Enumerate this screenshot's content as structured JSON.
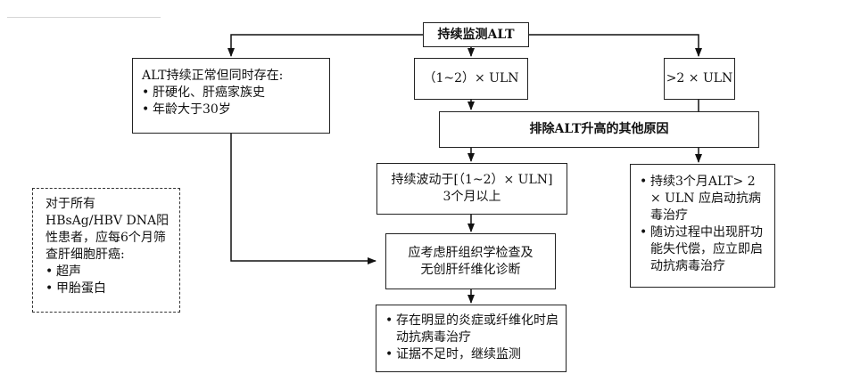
{
  "diagram": {
    "nodes": {
      "monitor_alt": {
        "text": "持续监测ALT"
      },
      "alt_normal": {
        "heading": "ALT持续正常但同时存在:",
        "items": [
          "肝硬化、肝癌家族史",
          "年龄大于30岁"
        ]
      },
      "uln_1_2": {
        "text": "（1~2）× ULN"
      },
      "uln_gt2": {
        "text": ">2 × ULN"
      },
      "exclude_causes": {
        "text": "排除ALT升高的其他原因"
      },
      "fluctuate": {
        "line1": "持续波动于[（1~2）× ULN]",
        "line2": "3个月以上"
      },
      "gt2_actions": {
        "items": [
          "持续3个月ALT> 2 × ULN 应启动抗病毒治疗",
          "随访过程中出现肝功能失代偿，应立即启动抗病毒治疗"
        ]
      },
      "biopsy": {
        "line1": "应考虑肝组织学检查及",
        "line2": "无创肝纤维化诊断"
      },
      "treatment": {
        "items": [
          "存在明显的炎症或纤维化时启动抗病毒治疗",
          "证据不足时，继续监测"
        ]
      },
      "screening": {
        "intro": "对于所有HBsAg/HBV DNA阳性患者，应每6个月筛查肝细胞肝癌:",
        "items": [
          "超声",
          "甲胎蛋白"
        ]
      }
    }
  }
}
